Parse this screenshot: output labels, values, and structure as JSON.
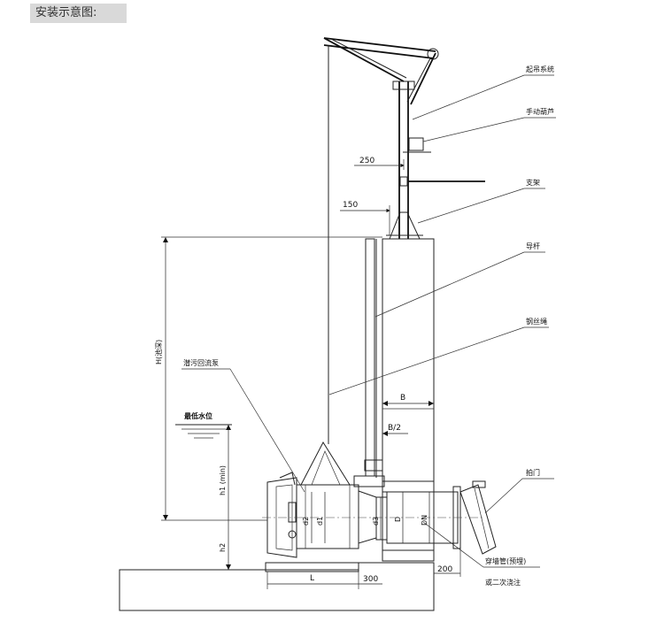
{
  "title": "安装示意图:",
  "callouts": {
    "lifting_system": "起吊系统",
    "hand_hoist": "手动葫芦",
    "bracket": "支架",
    "guide_rod": "导杆",
    "wire_rope": "钢丝绳",
    "pump": "潜污回流泵",
    "min_water_level": "最低水位",
    "flap_valve": "拍门",
    "wall_pipe": "穿墙管(预埋)",
    "secondary_grout": "或二次浇注"
  },
  "dimensions": {
    "d250": "250",
    "d150": "150",
    "H": "H",
    "H_note": "(池深)",
    "h1": "h1 (min)",
    "h2": "h2",
    "B": "B",
    "B_half": "B/2",
    "d2": "d2",
    "d1": "d1",
    "d3": "d3",
    "D": "D",
    "DN": "DN",
    "L": "L",
    "d300": "300",
    "d200": "200"
  }
}
